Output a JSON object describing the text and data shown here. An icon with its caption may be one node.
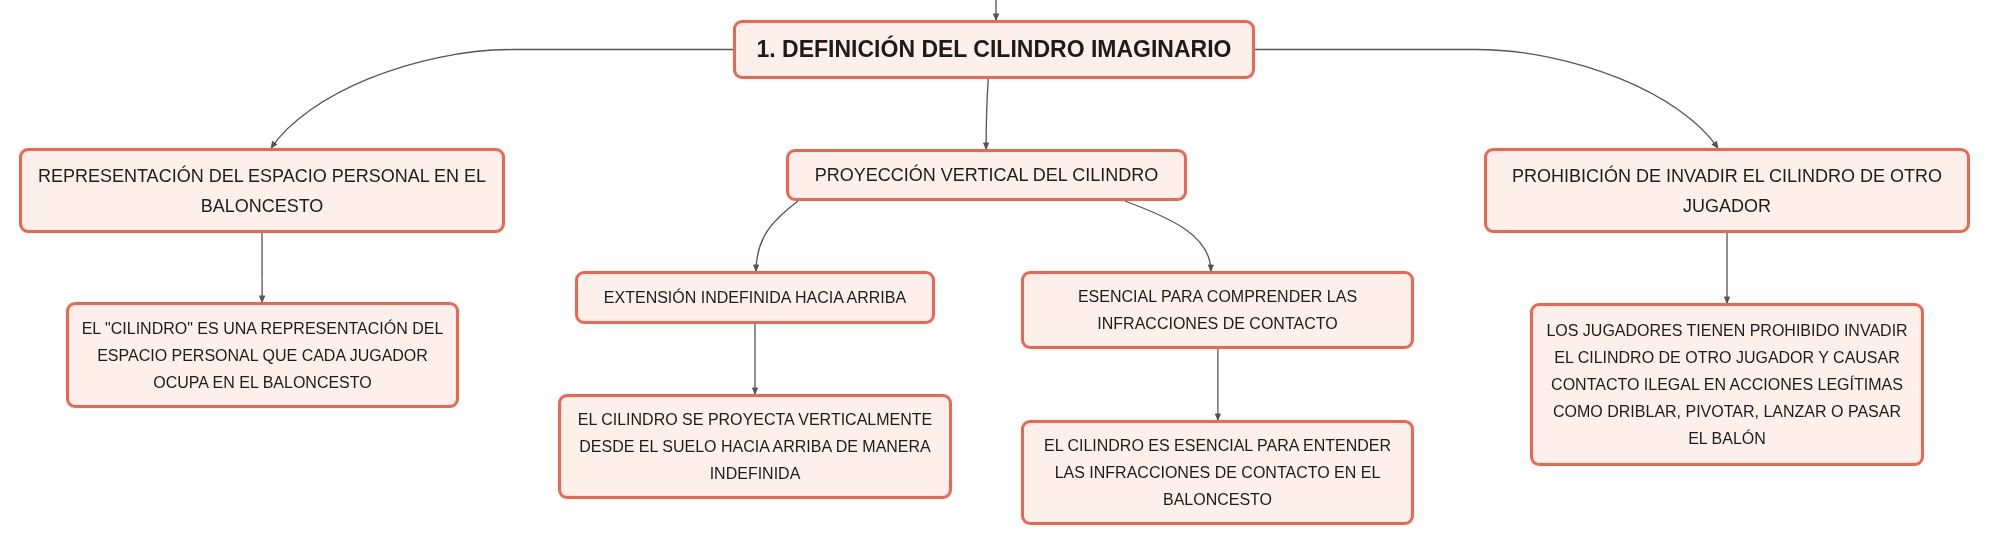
{
  "diagram": {
    "nodes": [
      {
        "text": [
          "1. DEFINICIÓN DEL CILINDRO IMAGINARIO"
        ]
      },
      {
        "text": [
          "REPRESENTACIÓN DEL ESPACIO PERSONAL EN EL BALONCESTO"
        ]
      },
      {
        "text": [
          "EL \"CILINDRO\" ES UNA REPRESENTACIÓN DEL ESPACIO PERSONAL QUE CADA JUGADOR OCUPA EN EL BALONCESTO"
        ]
      },
      {
        "text": [
          "PROYECCIÓN VERTICAL DEL CILINDRO"
        ]
      },
      {
        "text": [
          "EXTENSIÓN INDEFINIDA HACIA ARRIBA"
        ]
      },
      {
        "text": [
          "EL CILINDRO SE PROYECTA VERTICALMENTE DESDE EL SUELO HACIA ARRIBA DE MANERA INDEFINIDA"
        ]
      },
      {
        "text": [
          "ESENCIAL PARA COMPRENDER LAS INFRACCIONES DE CONTACTO"
        ]
      },
      {
        "text": [
          "EL CILINDRO ES ESENCIAL PARA ENTENDER LAS INFRACCIONES DE CONTACTO EN EL BALONCESTO"
        ]
      },
      {
        "text": [
          "PROHIBICIÓN DE INVADIR EL CILINDRO DE OTRO JUGADOR"
        ]
      },
      {
        "text": [
          "LOS JUGADORES TIENEN PROHIBIDO INVADIR EL CILINDRO DE OTRO JUGADOR Y CAUSAR CONTACTO ILEGAL EN ACCIONES LEGÍTIMAS COMO DRIBLAR, PIVOTAR, LANZAR O PASAR EL BALÓN"
        ]
      }
    ],
    "edges": [
      {
        "from": null,
        "to": 0,
        "arrow": "to"
      },
      {
        "from": 0,
        "to": 1,
        "arrow": "to"
      },
      {
        "from": 1,
        "to": 2,
        "arrow": "to"
      },
      {
        "from": 0,
        "to": 3,
        "arrow": "to"
      },
      {
        "from": 3,
        "to": 4,
        "arrow": "to"
      },
      {
        "from": 4,
        "to": 5,
        "arrow": "to"
      },
      {
        "from": 3,
        "to": 6,
        "arrow": "to"
      },
      {
        "from": 6,
        "to": 7,
        "arrow": "to"
      },
      {
        "from": 0,
        "to": 8,
        "arrow": "to"
      },
      {
        "from": 8,
        "to": 9,
        "arrow": "to"
      }
    ]
  }
}
